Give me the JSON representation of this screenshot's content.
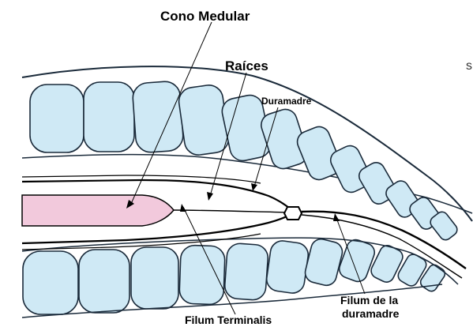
{
  "labels": {
    "cono_medular": "Cono Medular",
    "raices": "Raíces",
    "duramadre": "Duramadre",
    "filum_terminalis": "Filum Terminalis",
    "filum_duramadre_line1": "Filum de la",
    "filum_duramadre_line2": "duramadre",
    "edge_fragment": "s"
  },
  "colors": {
    "vertebra_fill": "#cfe9f5",
    "vertebra_stroke": "#1a2a3a",
    "cono_fill": "#f2c9dc",
    "line": "#000000"
  }
}
